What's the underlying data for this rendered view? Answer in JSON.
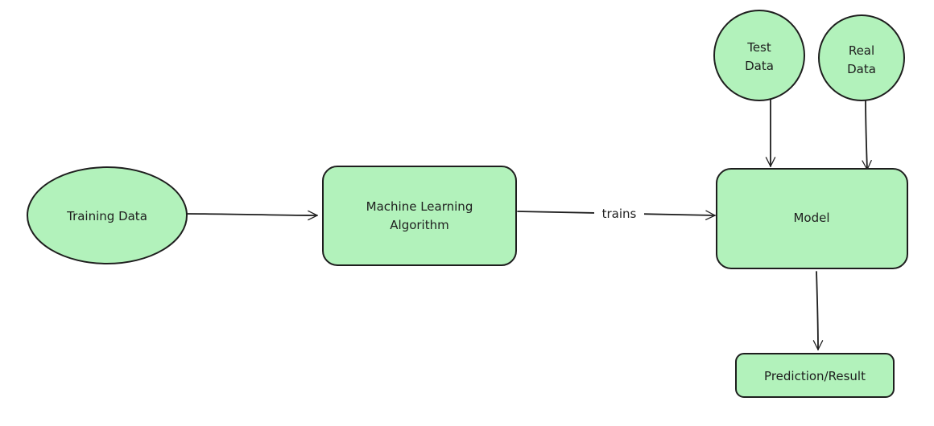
{
  "diagram": {
    "nodes": {
      "training_data": {
        "label": "Training Data",
        "color": "#b2f2bb"
      },
      "ml_algorithm": {
        "line1": "Machine Learning",
        "line2": "Algorithm",
        "color": "#b2f2bb"
      },
      "model": {
        "label": "Model",
        "color": "#b2f2bb"
      },
      "test_data": {
        "line1": "Test",
        "line2": "Data",
        "color": "#b2f2bb"
      },
      "real_data": {
        "line1": "Real",
        "line2": "Data",
        "color": "#b2f2bb"
      },
      "prediction": {
        "label": "Prediction/Result",
        "color": "#b2f2bb"
      }
    },
    "edges": {
      "algorithm_to_model": {
        "label": "trains"
      }
    },
    "stroke_color": "#1e1e1e"
  }
}
